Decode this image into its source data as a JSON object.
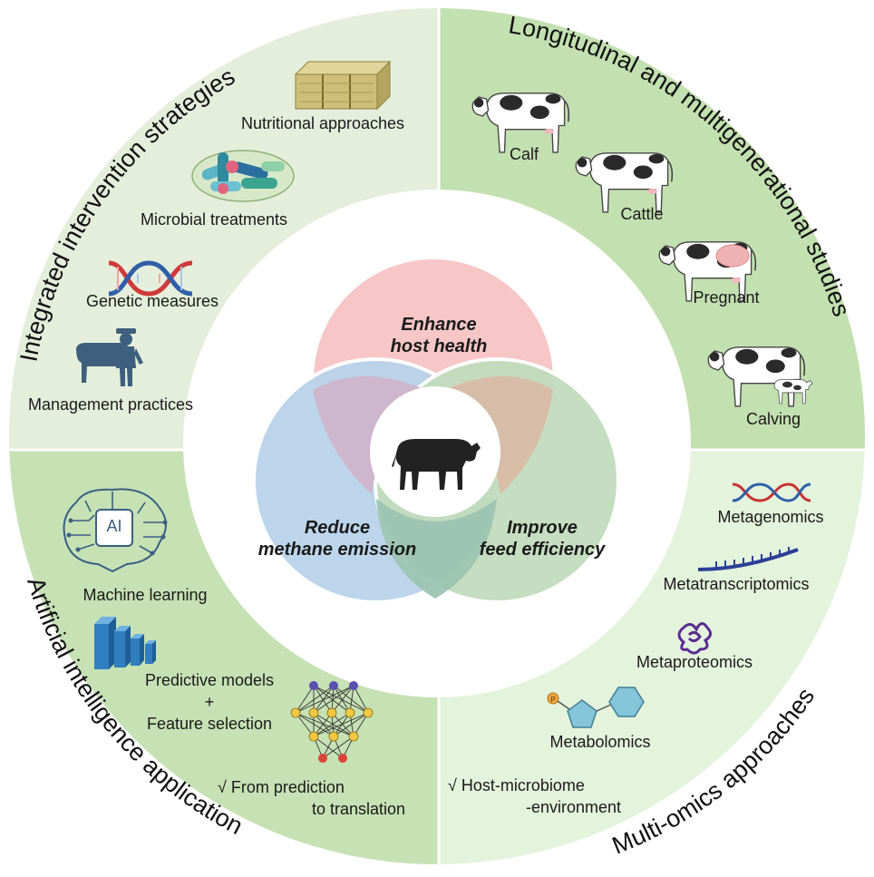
{
  "colors": {
    "q_top_left": "#e4eedb",
    "q_top_right": "#c3e0b0",
    "q_bottom_left": "#c6e1b4",
    "q_bottom_right": "#e3f3dc",
    "venn_health": "#f7c6c6",
    "venn_methane": "#b9d3ea",
    "venn_feed": "#c2dcbd",
    "venn_core": "#ffffff"
  },
  "quadrants": {
    "top_left": {
      "title": "Integrated intervention strategies",
      "items": [
        "Nutritional approaches",
        "Microbial treatments",
        "Genetic measures",
        "Management practices"
      ]
    },
    "top_right": {
      "title": "Longitudinal and multigenerational studies",
      "items": [
        "Calf",
        "Cattle",
        "Pregnant",
        "Calving"
      ]
    },
    "bottom_left": {
      "title": "Artificial intelligence application",
      "items": [
        "Machine learning",
        "Predictive models",
        "+",
        "Feature selection"
      ],
      "note_line1": "√ From prediction",
      "note_line2": "to translation",
      "ai_badge": "AI"
    },
    "bottom_right": {
      "title": "Multi-omics approaches",
      "items": [
        "Metagenomics",
        "Metatranscriptomics",
        "Metaproteomics",
        "Metabolomics"
      ],
      "note_line1": "√ Host-microbiome",
      "note_line2": "-environment",
      "p_badge": "P"
    }
  },
  "venn": {
    "health_line1": "Enhance",
    "health_line2": "host health",
    "methane_line1": "Reduce",
    "methane_line2": "methane emission",
    "feed_line1": "Improve",
    "feed_line2": "feed efficiency"
  },
  "icons": [
    "hay-bale-icon",
    "bacteria-icon",
    "dna-icon",
    "farmer-cow-icon",
    "cow-icon",
    "brain-ai-icon",
    "bars-3d-icon",
    "neural-network-icon",
    "rna-icon",
    "protein-icon",
    "metabolite-icon",
    "cow-silhouette-icon"
  ]
}
